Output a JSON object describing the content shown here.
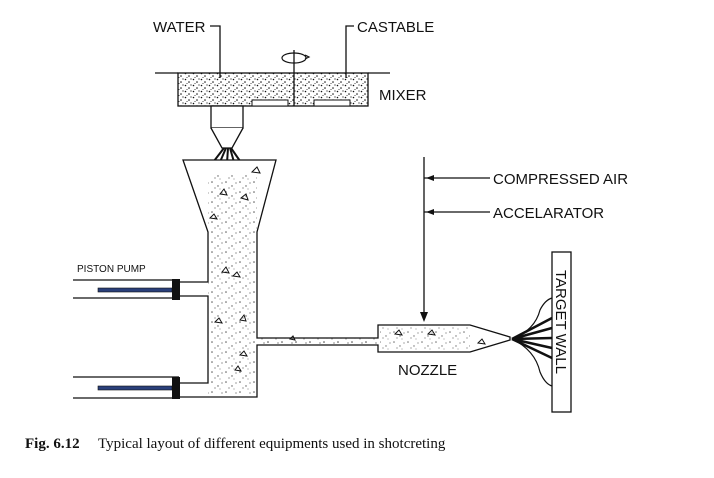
{
  "labels": {
    "water": "WATER",
    "castable": "CASTABLE",
    "mixer": "MIXER",
    "compressed_air": "COMPRESSED AIR",
    "accelerator": "ACCELARATOR",
    "piston_pump": "PISTON PUMP",
    "nozzle": "NOZZLE",
    "target_wall": "TARGET WALL"
  },
  "caption": {
    "number": "Fig. 6.12",
    "text": "Typical layout of different equipments used in shotcreting"
  },
  "colors": {
    "line": "#111111",
    "piston_rod": "#2a3f7a"
  }
}
